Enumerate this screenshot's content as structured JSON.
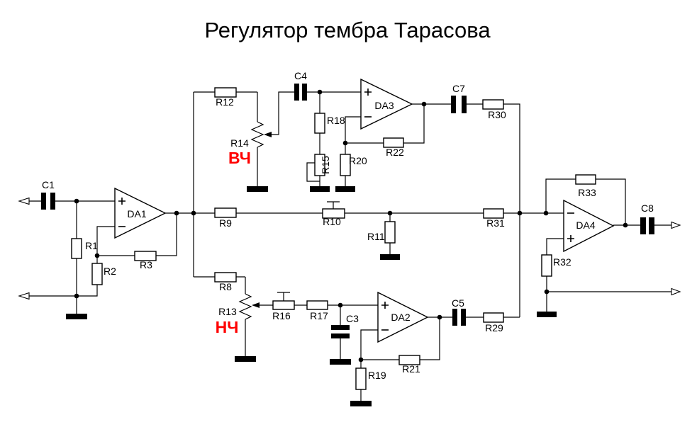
{
  "title": "Регулятор тембра Тарасова",
  "colors": {
    "accent_red": "#ff0000",
    "line": "#000000",
    "background": "#ffffff"
  },
  "tone_controls": [
    {
      "ref": "R14",
      "label": "ВЧ",
      "meaning": "high-frequency adjust potentiometer"
    },
    {
      "ref": "R13",
      "label": "НЧ",
      "meaning": "low-frequency adjust potentiometer"
    }
  ],
  "components": {
    "opamps": [
      "DA1",
      "DA2",
      "DA3",
      "DA4"
    ],
    "resistors": [
      "R1",
      "R2",
      "R3",
      "R8",
      "R9",
      "R10",
      "R11",
      "R12",
      "R13",
      "R14",
      "R15",
      "R16",
      "R17",
      "R18",
      "R19",
      "R20",
      "R21",
      "R22",
      "R29",
      "R30",
      "R31",
      "R32",
      "R33"
    ],
    "trimmers": [
      "R10",
      "R15",
      "R16"
    ],
    "potentiometers": [
      "R13",
      "R14"
    ],
    "capacitors": [
      "C1",
      "C3",
      "C4",
      "C5",
      "C7",
      "C8"
    ],
    "inputs": 2,
    "outputs": 2
  },
  "labels": {
    "title": "Регулятор тембра Тарасова",
    "hf": "ВЧ",
    "lf": "НЧ",
    "C1": "C1",
    "C3": "C3",
    "C4": "C4",
    "C5": "C5",
    "C7": "C7",
    "C8": "C8",
    "DA1": "DA1",
    "DA2": "DA2",
    "DA3": "DA3",
    "DA4": "DA4",
    "R1": "R1",
    "R2": "R2",
    "R3": "R3",
    "R8": "R8",
    "R9": "R9",
    "R10": "R10",
    "R11": "R11",
    "R12": "R12",
    "R13": "R13",
    "R14": "R14",
    "R15": "R15",
    "R16": "R16",
    "R17": "R17",
    "R18": "R18",
    "R19": "R19",
    "R20": "R20",
    "R21": "R21",
    "R22": "R22",
    "R29": "R29",
    "R30": "R30",
    "R31": "R31",
    "R32": "R32",
    "R33": "R33"
  }
}
